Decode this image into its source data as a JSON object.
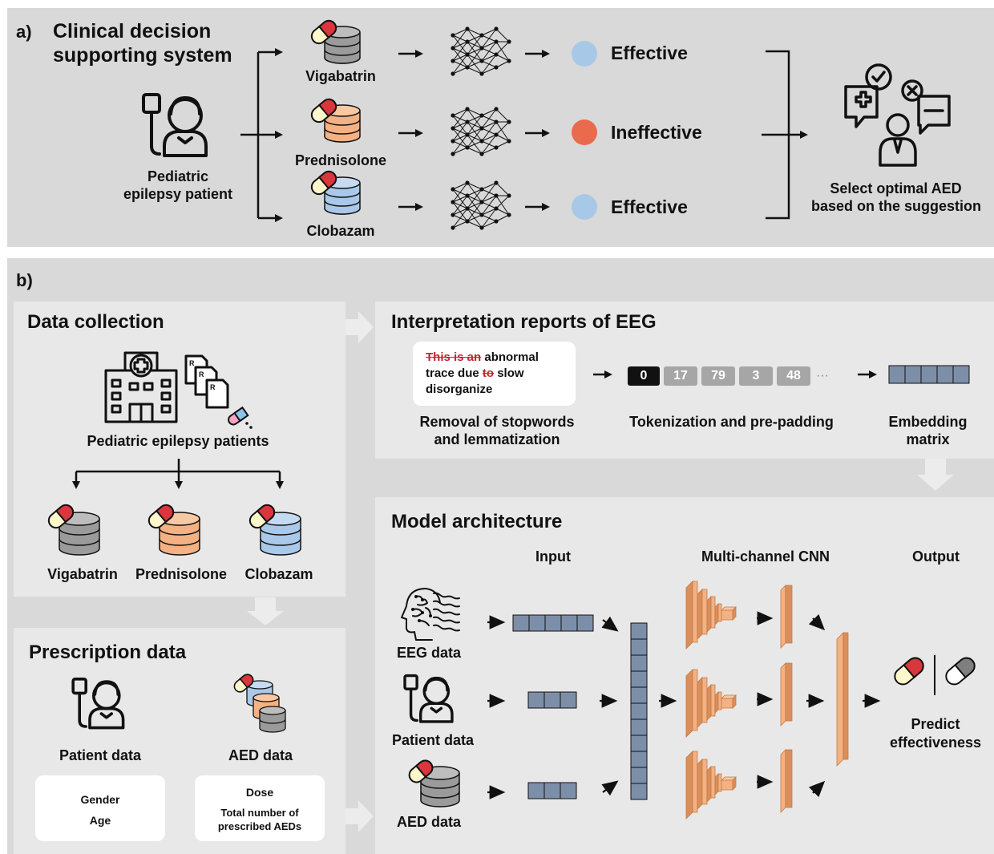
{
  "panel_a": {
    "label": "a)",
    "title_line1": "Clinical decision",
    "title_line2": "supporting system",
    "patient_line1": "Pediatric",
    "patient_line2": "epilepsy patient",
    "drugs": [
      {
        "name": "Vigabatrin",
        "result": "Effective",
        "result_color": "#a8c8e8",
        "db_color": "#9b9b9b"
      },
      {
        "name": "Prednisolone",
        "result": "Ineffective",
        "result_color": "#ea6a4e",
        "db_color": "#f4b183"
      },
      {
        "name": "Clobazam",
        "result": "Effective",
        "result_color": "#a8c8e8",
        "db_color": "#a9c8ea"
      }
    ],
    "select_line1": "Select optimal AED",
    "select_line2": "based on the suggestion"
  },
  "panel_b": {
    "label": "b)",
    "data_collection": {
      "title": "Data collection",
      "patients_label": "Pediatric epilepsy patients",
      "drugs": [
        "Vigabatrin",
        "Prednisolone",
        "Clobazam"
      ]
    },
    "prescription": {
      "title": "Prescription data",
      "patient_label": "Patient data",
      "aed_label": "AED data",
      "patient_fields": [
        "Gender",
        "Age"
      ],
      "aed_fields": [
        "Dose",
        "Total number of",
        "prescribed AEDs"
      ]
    },
    "eeg_reports": {
      "title": "Interpretation reports of EEG",
      "text_struck1": "This is an",
      "text_plain1": " abnormal",
      "text_plain2": "trace due ",
      "text_struck2": "to",
      "text_plain3": " slow",
      "text_plain4": "disorganize",
      "step1_line1": "Removal of stopwords",
      "step1_line2": "and lemmatization",
      "tokens": [
        "0",
        "17",
        "79",
        "3",
        "48"
      ],
      "ellipsis": "···",
      "step2": "Tokenization and pre-padding",
      "step3_line1": "Embedding",
      "step3_line2": "matrix"
    },
    "model": {
      "title": "Model architecture",
      "input_header": "Input",
      "cnn_header": "Multi-channel CNN",
      "output_header": "Output",
      "eeg_label": "EEG data",
      "patient_label": "Patient data",
      "aed_label": "AED data",
      "predict_line1": "Predict",
      "predict_line2": "effectiveness"
    }
  },
  "colors": {
    "embedding": "#7d8ea8",
    "cnn": "#f4b183",
    "cnn_dark": "#d98f5c",
    "strike": "#c0262d",
    "token_gray": "#a6a6a6"
  }
}
